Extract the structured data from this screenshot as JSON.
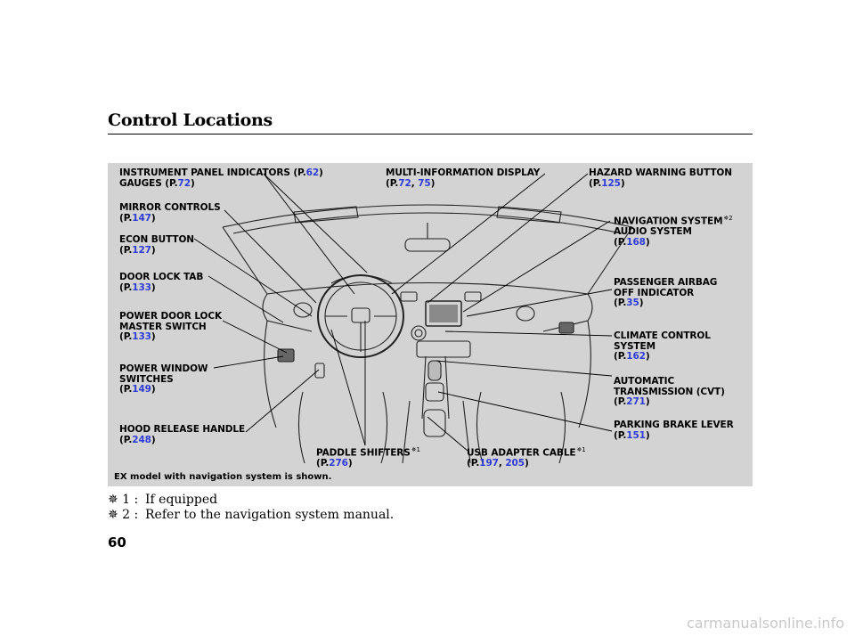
{
  "page": {
    "title": "Control Locations",
    "caption": "EX model with navigation system is shown.",
    "page_number": "60",
    "watermark": "carmanualsonline.info"
  },
  "labels": {
    "instrument": {
      "l1": "INSTRUMENT PANEL INDICATORS (P.",
      "p1": "62",
      "l1e": ")",
      "l2": "GAUGES (P.",
      "p2": "72",
      "l2e": ")"
    },
    "mirror": {
      "l1": "MIRROR CONTROLS",
      "l2": "(P.",
      "p": "147",
      "e": ")"
    },
    "econ": {
      "l1": "ECON BUTTON",
      "l2": "(P.",
      "p": "127",
      "e": ")"
    },
    "doorlock": {
      "l1": "DOOR LOCK TAB",
      "l2": "(P.",
      "p": "133",
      "e": ")"
    },
    "powerdoor": {
      "l1": "POWER DOOR LOCK",
      "l2": "MASTER SWITCH",
      "l3": "(P.",
      "p": "133",
      "e": ")"
    },
    "powerwindow": {
      "l1": "POWER WINDOW",
      "l2": "SWITCHES",
      "l3": "(P.",
      "p": "149",
      "e": ")"
    },
    "hood": {
      "l1": "HOOD RELEASE HANDLE",
      "l2": "(P.",
      "p": "248",
      "e": ")"
    },
    "paddle": {
      "l1": "PADDLE SHIFTERS",
      "sup": "✵1",
      "l2": "(P.",
      "p": "276",
      "e": ")"
    },
    "usb": {
      "l1": "USB ADAPTER CABLE",
      "sup": "✵1",
      "l2": "(P.",
      "p1": "197",
      "mid": ", ",
      "p2": "205",
      "e": ")"
    },
    "multi": {
      "l1": "MULTI-INFORMATION DISPLAY",
      "l2": "(P.",
      "p1": "72",
      "mid": ", ",
      "p2": "75",
      "e": ")"
    },
    "hazard": {
      "l1": "HAZARD WARNING BUTTON",
      "l2": "(P.",
      "p": "125",
      "e": ")"
    },
    "nav": {
      "l1": "NAVIGATION SYSTEM",
      "sup": "✵2",
      "l2": "AUDIO SYSTEM",
      "l3": "(P.",
      "p": "168",
      "e": ")"
    },
    "airbag": {
      "l1": "PASSENGER AIRBAG",
      "l2": "OFF INDICATOR",
      "l3": "(P.",
      "p": "35",
      "e": ")"
    },
    "climate": {
      "l1": "CLIMATE CONTROL",
      "l2": "SYSTEM",
      "l3": "(P.",
      "p": "162",
      "e": ")"
    },
    "automatic": {
      "l1": "AUTOMATIC",
      "l2": "TRANSMISSION (CVT)",
      "l3": "(P.",
      "p": "271",
      "e": ")"
    },
    "parking": {
      "l1": "PARKING BRAKE LEVER",
      "l2": "(P.",
      "p": "151",
      "e": ")"
    }
  },
  "footnotes": [
    {
      "mark": "✵ 1 :",
      "text": "If equipped"
    },
    {
      "mark": "✵ 2 :",
      "text": "Refer to the navigation system manual."
    }
  ],
  "colors": {
    "page_ref": "#2e3bd6",
    "panel": "#d3d3d3"
  }
}
